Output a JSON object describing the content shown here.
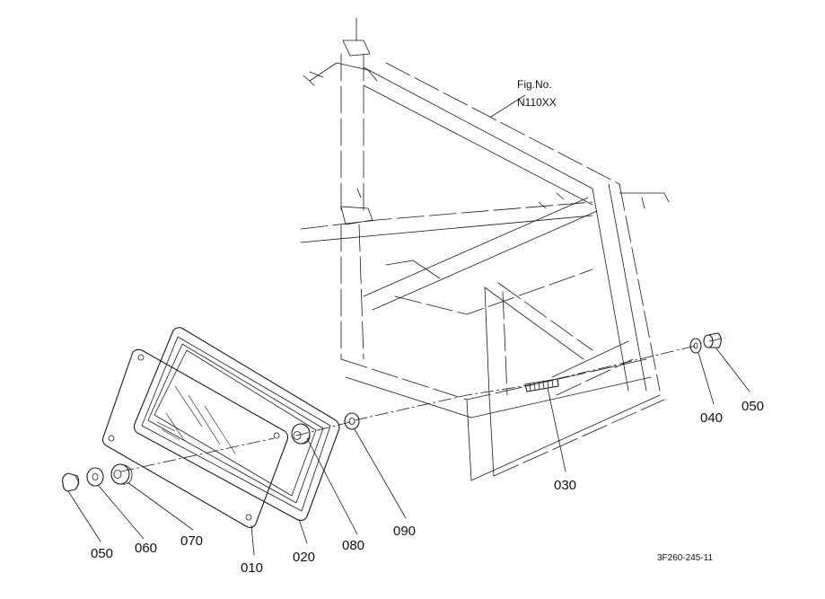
{
  "figure": {
    "fig_no_label": "Fig.No.",
    "fig_no_value": "N110XX",
    "drawing_code": "3F260-245-11"
  },
  "parts": [
    {
      "id": "010"
    },
    {
      "id": "020"
    },
    {
      "id": "030"
    },
    {
      "id": "040"
    },
    {
      "id": "050"
    },
    {
      "id": "050"
    },
    {
      "id": "060"
    },
    {
      "id": "070"
    },
    {
      "id": "080"
    },
    {
      "id": "090"
    }
  ]
}
